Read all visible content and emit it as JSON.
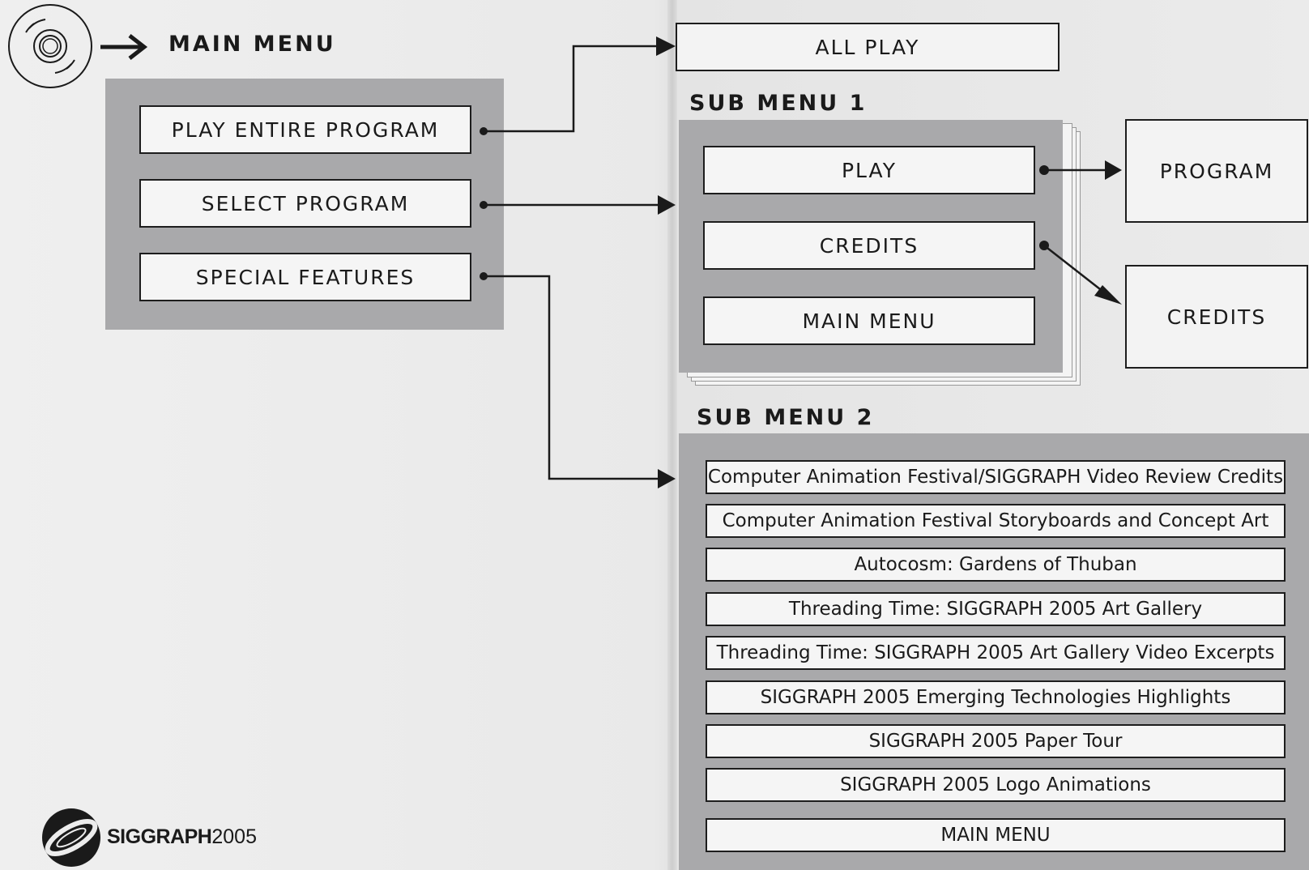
{
  "main_menu": {
    "heading": "MAIN MENU",
    "items": [
      "PLAY ENTIRE PROGRAM",
      "SELECT PROGRAM",
      "SPECIAL FEATURES"
    ]
  },
  "all_play": "ALL PLAY",
  "sub_menu_1": {
    "heading": "SUB MENU 1",
    "items": [
      "PLAY",
      "CREDITS",
      "MAIN MENU"
    ]
  },
  "destinations": {
    "program": "PROGRAM",
    "credits": "CREDITS"
  },
  "sub_menu_2": {
    "heading": "SUB MENU 2",
    "items": [
      "Computer Animation Festival/SIGGRAPH Video Review Credits",
      "Computer Animation Festival Storyboards and Concept Art",
      "Autocosm:  Gardens of Thuban",
      "Threading Time: SIGGRAPH 2005 Art Gallery",
      "Threading Time: SIGGRAPH 2005 Art Gallery Video Excerpts",
      "SIGGRAPH 2005 Emerging Technologies Highlights",
      "SIGGRAPH 2005 Paper Tour",
      "SIGGRAPH 2005 Logo Animations",
      "MAIN MENU"
    ]
  },
  "logo": {
    "name": "SIGGRAPH",
    "year": "2005"
  },
  "icons": [
    "disc-icon",
    "arrow-right-icon",
    "siggraph-logo-icon"
  ],
  "colors": {
    "page": "#ececec",
    "panel": "#a9a9ab",
    "box_fill": "#f5f5f5",
    "ink": "#1a1a1a"
  }
}
